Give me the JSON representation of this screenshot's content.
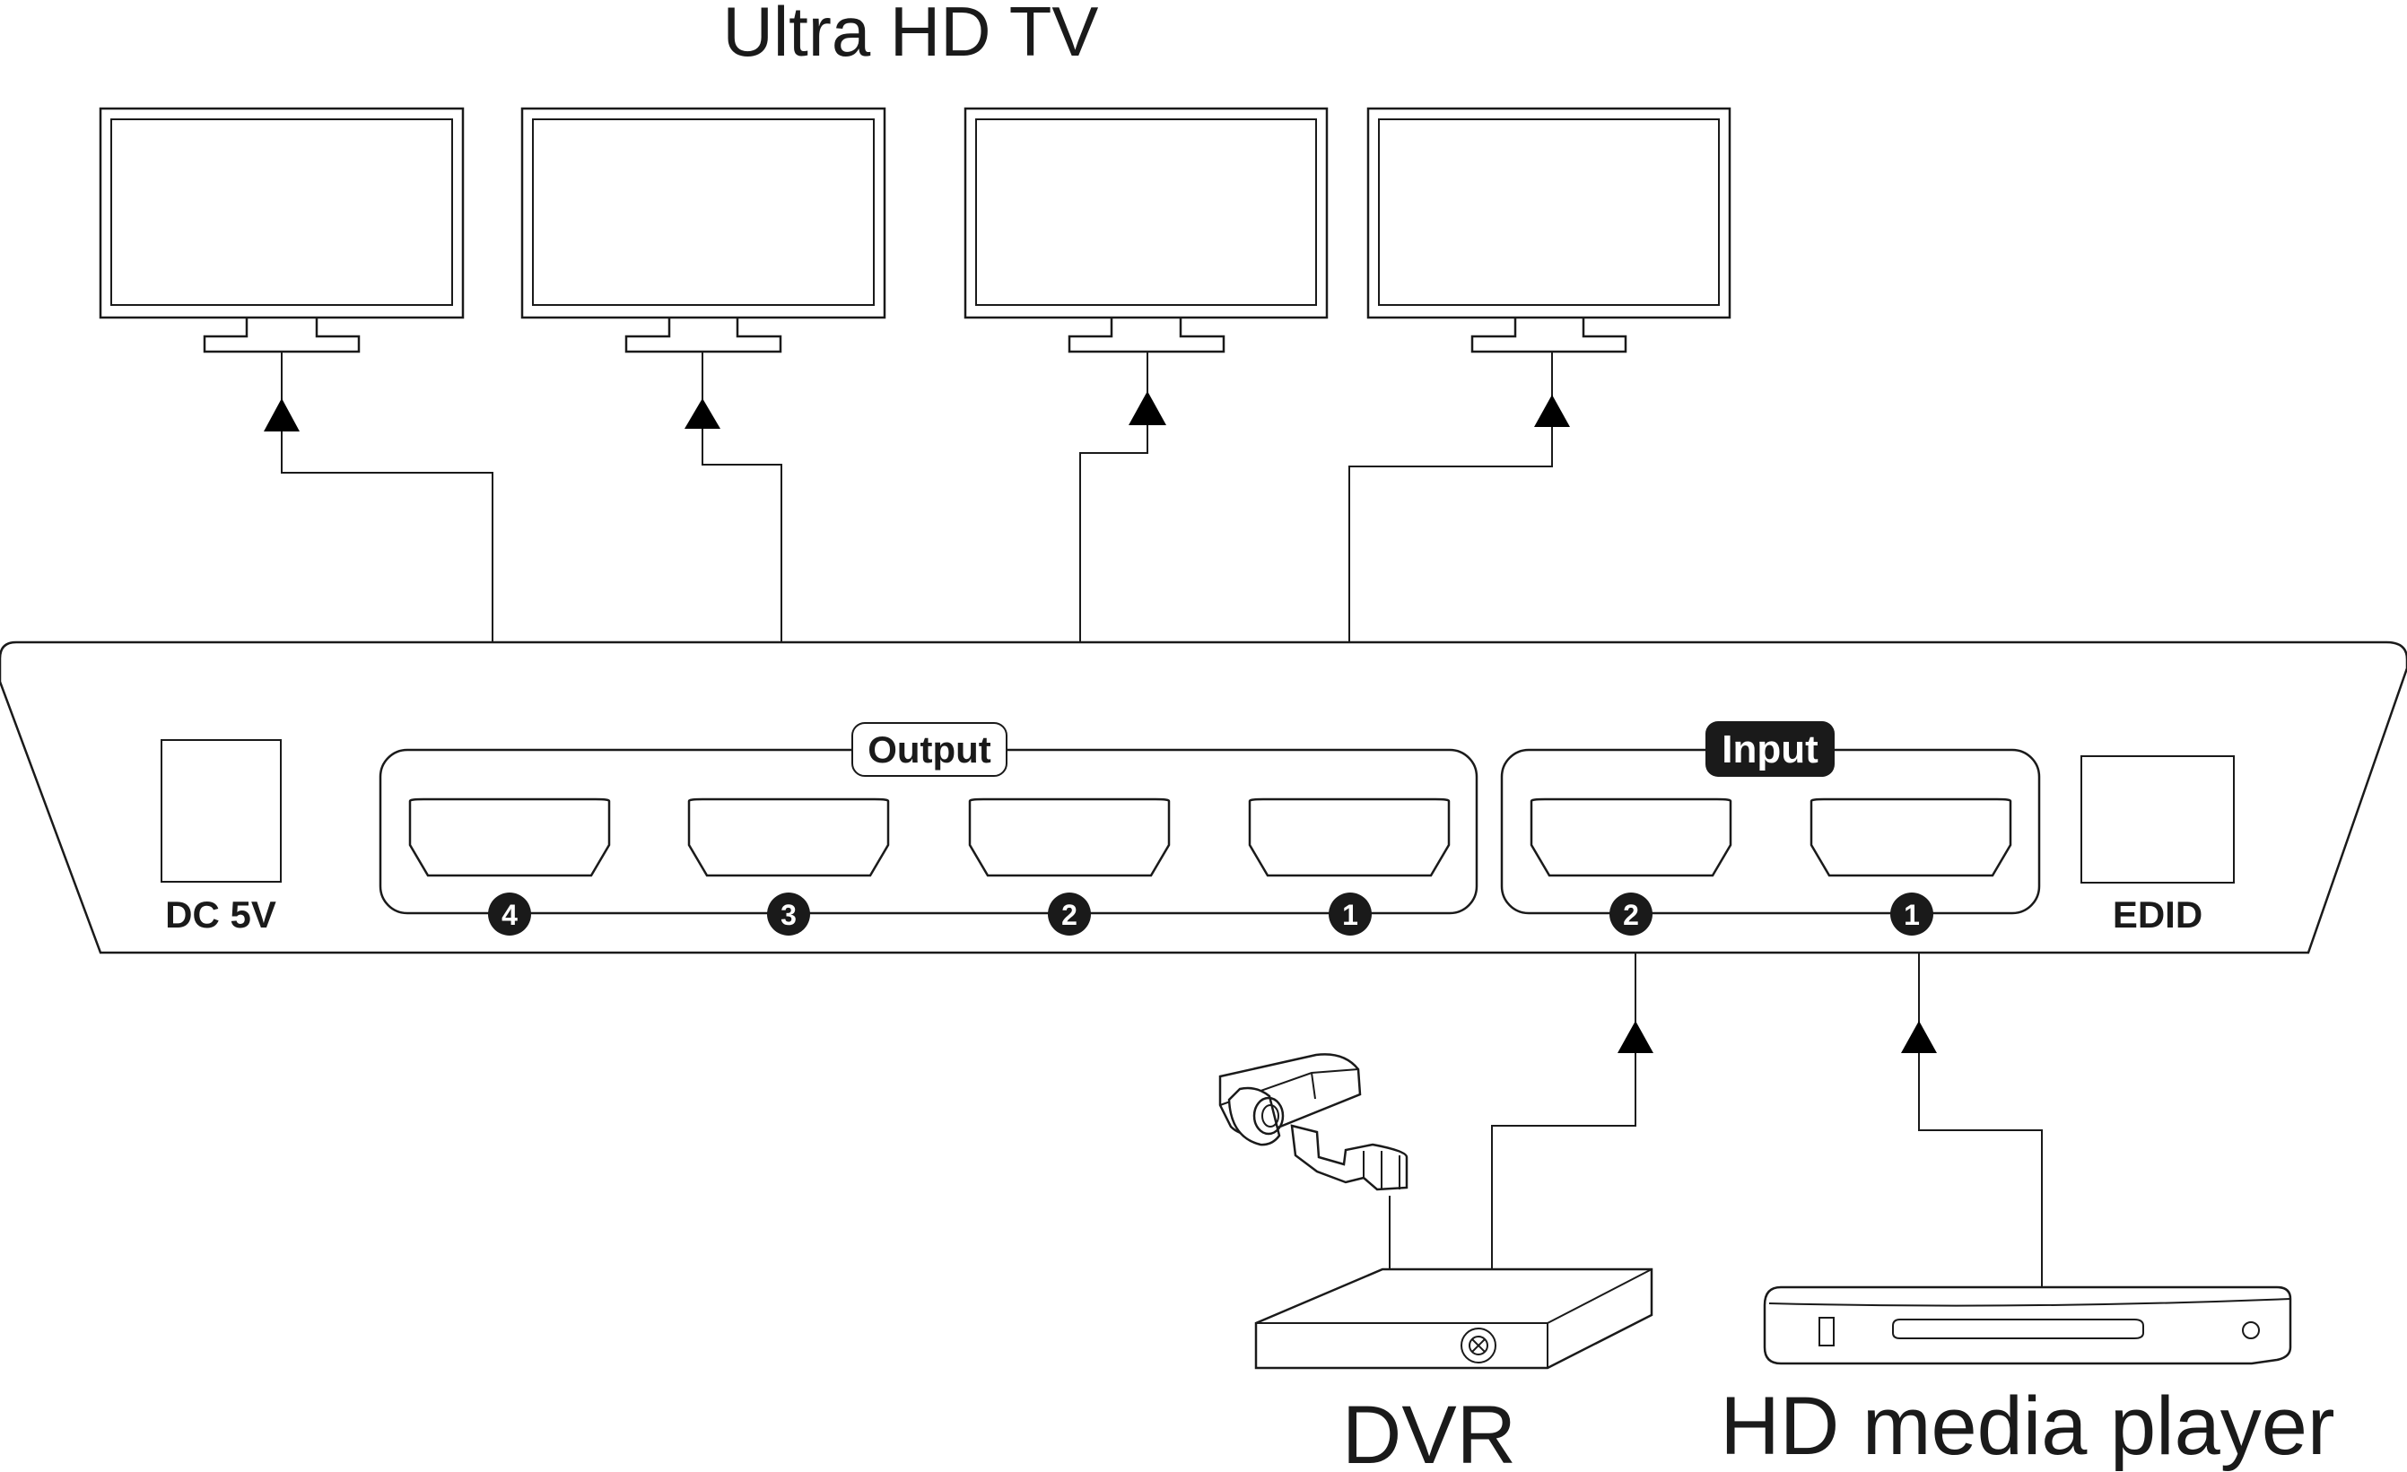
{
  "title": "Ultra HD TV",
  "switch": {
    "output_label": "Output",
    "input_label": "Input",
    "dc_label": "DC 5V",
    "edid_label": "EDID",
    "output_ports": [
      "4",
      "3",
      "2",
      "1"
    ],
    "input_ports": [
      "2",
      "1"
    ]
  },
  "sources": {
    "dvr_label": "DVR",
    "player_label": "HD media player"
  },
  "colors": {
    "line": "#1a1a1a",
    "badge_fill": "#1a1a1a",
    "background": "#ffffff"
  },
  "icons": [
    "tv-monitor-icon",
    "cctv-camera-icon",
    "dvr-box-icon",
    "media-player-icon",
    "hdmi-port-icon"
  ]
}
